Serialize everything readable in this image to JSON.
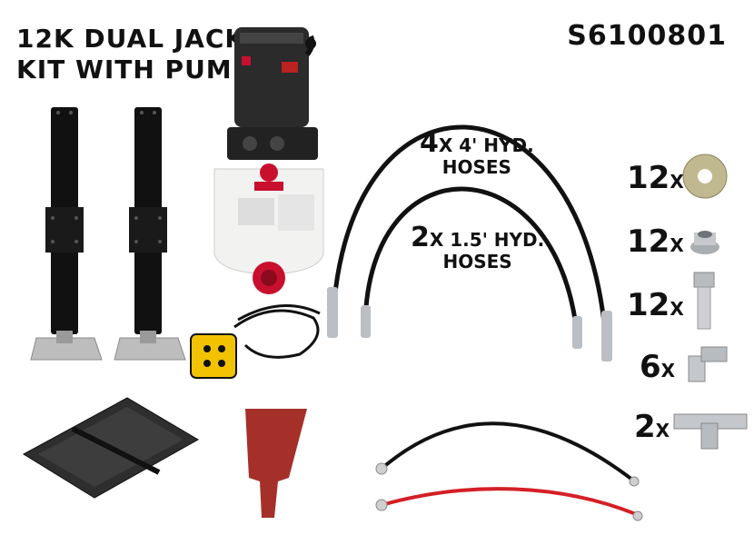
{
  "title": {
    "line1": "12K DUAL JACK",
    "line2": "KIT WITH PUMP"
  },
  "sku": "S6100801",
  "hoses": {
    "long": {
      "qty": "4",
      "x": "X",
      "size": "4' HYD.",
      "name": "HOSES"
    },
    "short": {
      "qty": "2",
      "x": "X",
      "size": "1.5' HYD.",
      "name": "HOSES"
    }
  },
  "hardware": [
    {
      "qty": "12",
      "x": "X",
      "icon": "washer-icon"
    },
    {
      "qty": "12",
      "x": "X",
      "icon": "flange-nut-icon"
    },
    {
      "qty": "12",
      "x": "X",
      "icon": "bolt-icon"
    },
    {
      "qty": "6",
      "x": "X",
      "icon": "elbow-fitting-icon"
    },
    {
      "qty": "2",
      "x": "X",
      "icon": "tee-fitting-icon"
    }
  ],
  "colors": {
    "jack": "#111111",
    "foot": "#b9b9b9",
    "pump_motor": "#2b2b2b",
    "reservoir": "#f2f2f0",
    "knob_red": "#c8102e",
    "remote_yellow": "#f2c200",
    "battery_tray": "#2e2e2e",
    "boot_red": "#a5302a",
    "cable_red": "#d41f26"
  }
}
